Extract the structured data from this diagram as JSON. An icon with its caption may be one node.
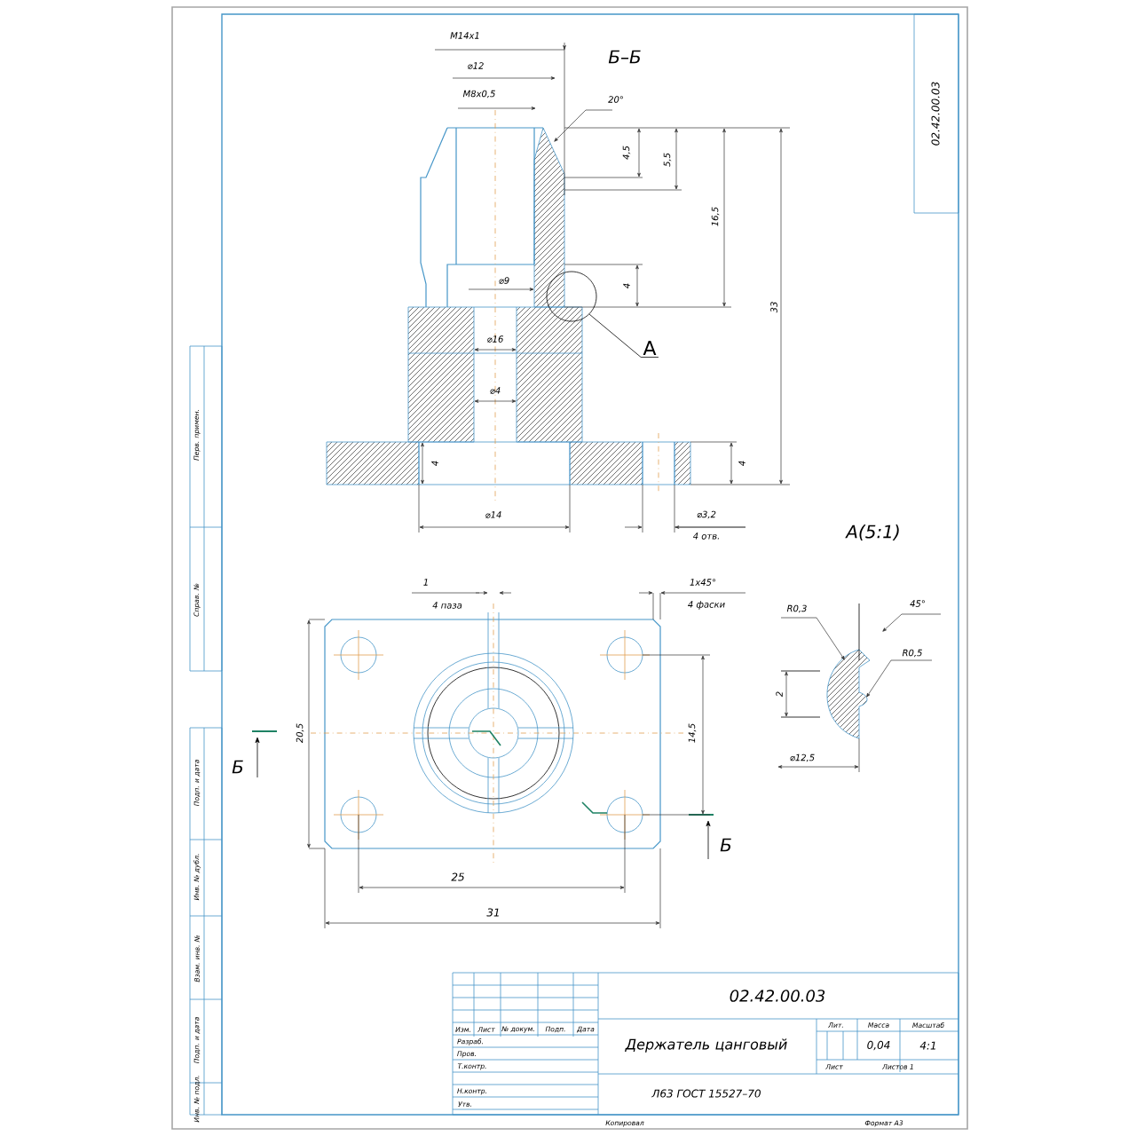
{
  "diagram": {
    "nodes": [
      {
        "text": [
          "А"
        ]
      },
      {
        "text": [],
        "shape": "circle"
      }
    ],
    "edges": [
      {
        "from": 1,
        "to": 0,
        "arrow": "none"
      }
    ],
    "labels": [
      "02.42.00.03",
      "М14х1",
      "Б–Б",
      "⌀12",
      "М8х0,5",
      "20°",
      "4,5",
      "5,5",
      "16,5",
      "33",
      "⌀9",
      "4",
      "⌀16",
      "⌀4",
      "4",
      "4",
      "⌀14",
      "⌀3,2",
      "4 отв.",
      "А(5:1)",
      "1",
      "4 паза",
      "1х45°",
      "4 фаски",
      "45°",
      "R0,3",
      "R0,5",
      "2",
      "⌀12,5",
      "20,5",
      "14,5",
      "Б",
      "Б",
      "25",
      "31",
      "Перв. примен.",
      "Справ. №",
      "Подп. и дата",
      "Инв. № дубл.",
      "Взам. инв. №",
      "Подп. и дата",
      "Инв. № подл.",
      "02.42.00.03",
      "Изм.",
      "Лист",
      "№ докум.",
      "Подп.",
      "Дата",
      "Лит.",
      "Масса",
      "Масштаб",
      "Разраб.",
      "Держатель цанговый",
      "0,04",
      "4:1",
      "Пров.",
      "Т.контр.",
      "Лист",
      "Листов 1",
      "Н.контр.",
      "Л63 ГОСТ 15527–70",
      "Утв.",
      "Копировал",
      "Формат А3"
    ]
  }
}
